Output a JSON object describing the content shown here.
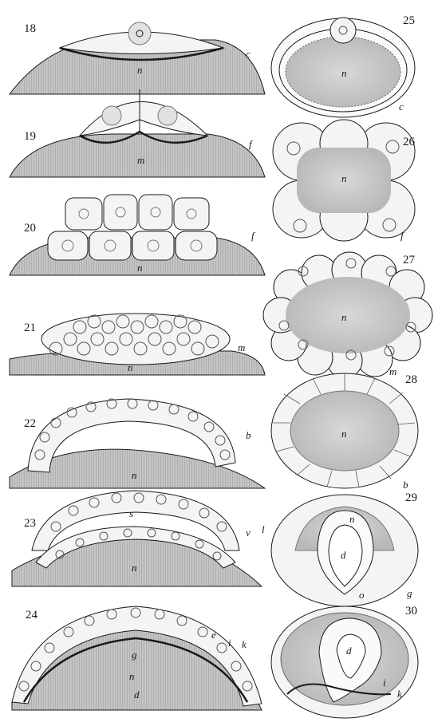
{
  "plate": {
    "figures": [
      {
        "number": "18",
        "labels": [
          "c",
          "n"
        ]
      },
      {
        "number": "19",
        "labels": [
          "f",
          "m"
        ]
      },
      {
        "number": "20",
        "labels": [
          "f",
          "n"
        ]
      },
      {
        "number": "21",
        "labels": [
          "m",
          "n"
        ]
      },
      {
        "number": "22",
        "labels": [
          "b",
          "n"
        ]
      },
      {
        "number": "23",
        "labels": [
          "v",
          "s",
          "n"
        ]
      },
      {
        "number": "24",
        "labels": [
          "e",
          "i",
          "k",
          "g",
          "n",
          "d"
        ]
      },
      {
        "number": "25",
        "labels": [
          "c",
          "n"
        ]
      },
      {
        "number": "26",
        "labels": [
          "f",
          "n"
        ]
      },
      {
        "number": "27",
        "labels": [
          "m",
          "n"
        ]
      },
      {
        "number": "28",
        "labels": [
          "b",
          "n"
        ]
      },
      {
        "number": "29",
        "labels": [
          "d",
          "n",
          "l",
          "g",
          "o"
        ]
      },
      {
        "number": "30",
        "labels": [
          "d",
          "i",
          "k"
        ]
      }
    ]
  },
  "colors": {
    "ink": "#1a1a1a",
    "paper": "#ffffff",
    "stipple": "#9a9a9a",
    "cell_fill": "#f4f4f4"
  }
}
